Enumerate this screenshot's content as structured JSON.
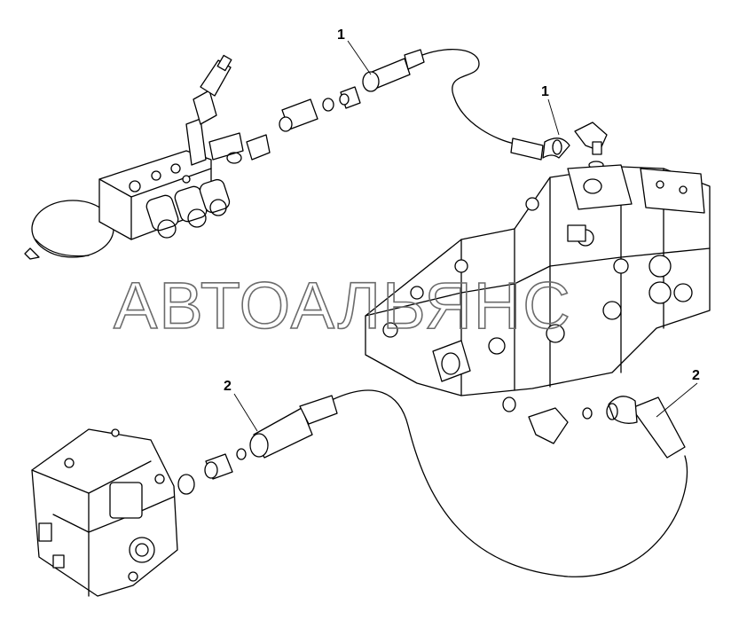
{
  "callouts": [
    {
      "id": "1",
      "label": "1"
    },
    {
      "id": "1b",
      "label": "1"
    },
    {
      "id": "2",
      "label": "2"
    },
    {
      "id": "2b",
      "label": "2"
    }
  ],
  "watermark": "АВТОАЛЬЯНС"
}
